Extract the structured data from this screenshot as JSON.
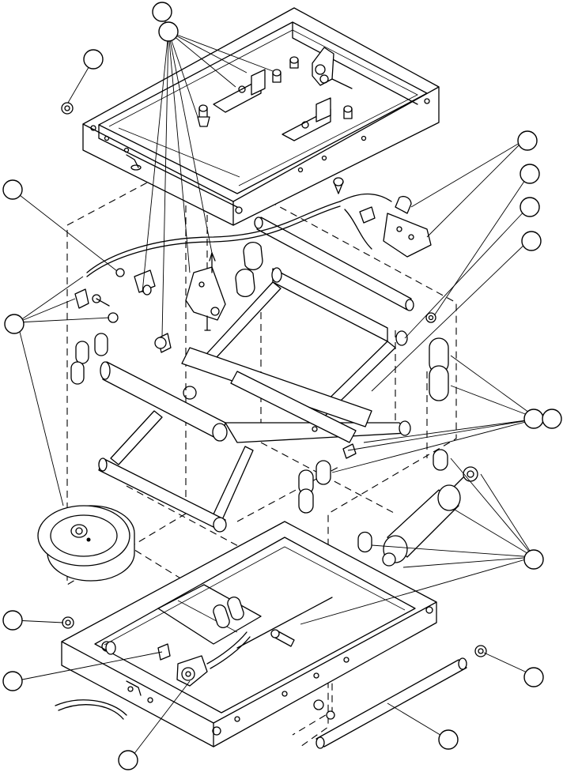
{
  "figure": {
    "colors": {
      "line": "#000000",
      "background": "#ffffff"
    },
    "callouts": [
      {
        "id": "c1",
        "label": ""
      },
      {
        "id": "c2",
        "label": ""
      },
      {
        "id": "c3",
        "label": ""
      },
      {
        "id": "c4",
        "label": ""
      },
      {
        "id": "c5",
        "label": ""
      },
      {
        "id": "c6",
        "label": ""
      },
      {
        "id": "c7",
        "label": ""
      },
      {
        "id": "c8",
        "label": ""
      },
      {
        "id": "c9",
        "label": ""
      },
      {
        "id": "c10",
        "label": ""
      },
      {
        "id": "c11",
        "label": ""
      },
      {
        "id": "c12",
        "label": ""
      },
      {
        "id": "c13",
        "label": ""
      },
      {
        "id": "c14",
        "label": ""
      },
      {
        "id": "c15",
        "label": ""
      },
      {
        "id": "c16",
        "label": ""
      },
      {
        "id": "c17",
        "label": ""
      },
      {
        "id": "c18",
        "label": ""
      }
    ]
  }
}
